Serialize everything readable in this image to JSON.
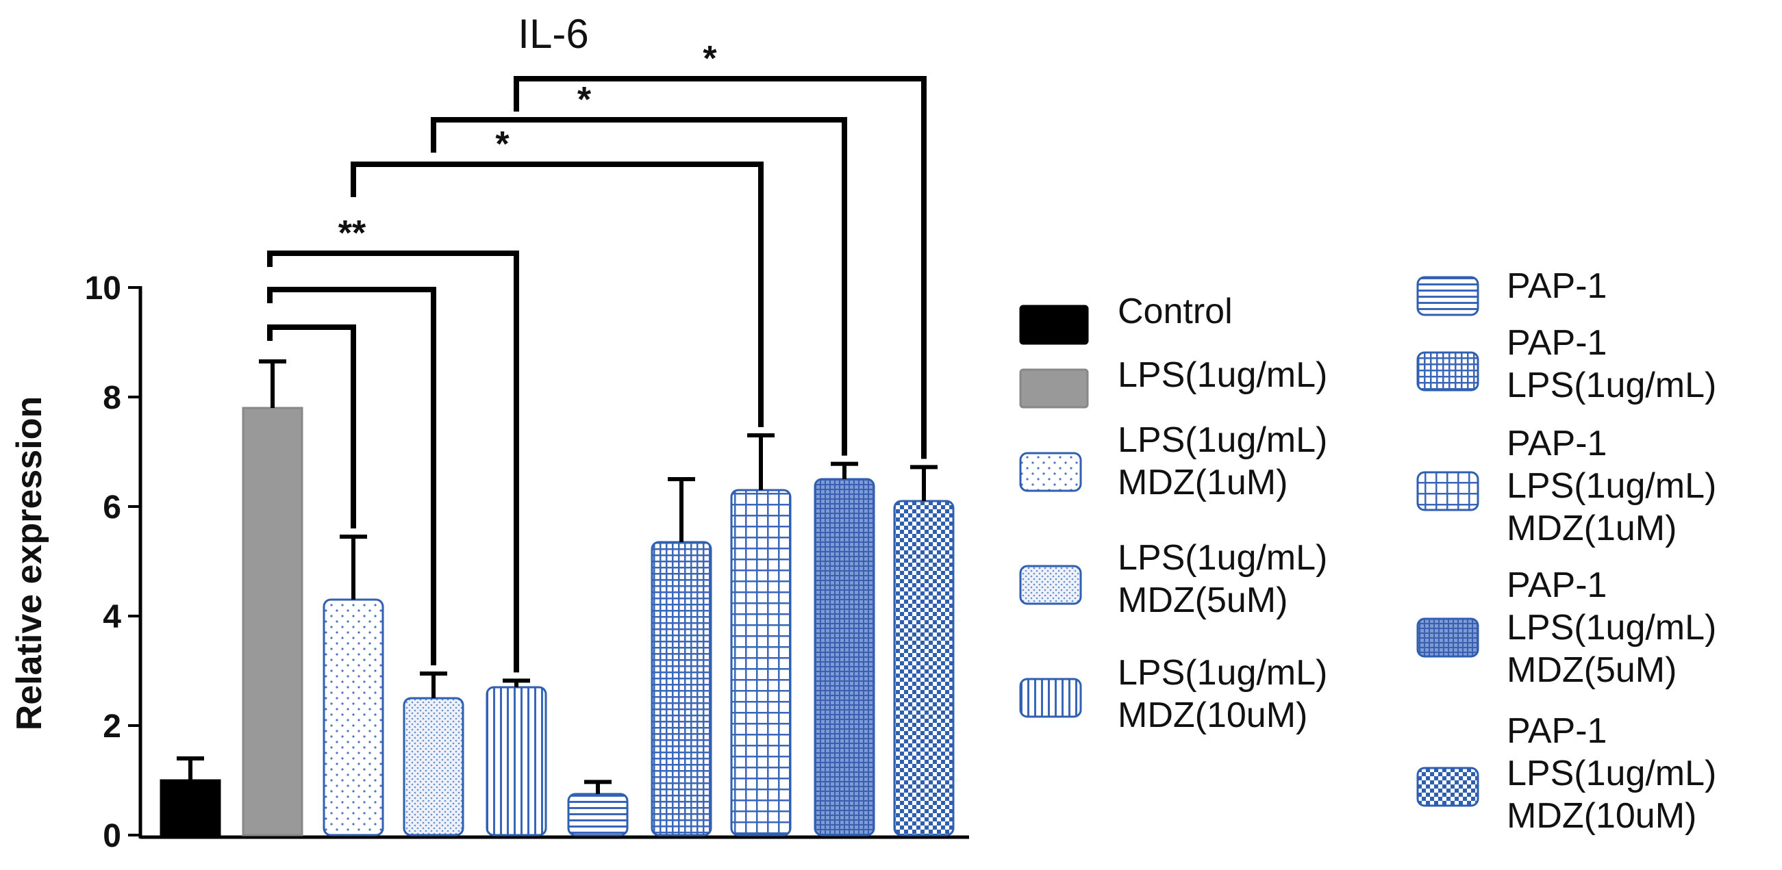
{
  "chart_data": {
    "type": "bar",
    "title": "IL-6",
    "xlabel": "",
    "ylabel": "Relative expression",
    "ylim": [
      0,
      10
    ],
    "yticks": [
      "0",
      "2",
      "4",
      "6",
      "8",
      "10"
    ],
    "categories": [
      [
        "Control"
      ],
      [
        "LPS(1ug/mL)"
      ],
      [
        "LPS(1ug/mL)",
        "MDZ(1uM)"
      ],
      [
        "LPS(1ug/mL)",
        "MDZ(5uM)"
      ],
      [
        "LPS(1ug/mL)",
        "MDZ(10uM)"
      ],
      [
        "PAP-1"
      ],
      [
        "PAP-1",
        "LPS(1ug/mL)"
      ],
      [
        "PAP-1",
        "LPS(1ug/mL)",
        "MDZ(1uM)"
      ],
      [
        "PAP-1",
        "LPS(1ug/mL)",
        "MDZ(5uM)"
      ],
      [
        "PAP-1",
        "LPS(1ug/mL)",
        "MDZ(10uM)"
      ]
    ],
    "values": [
      1.0,
      7.8,
      4.3,
      2.5,
      2.7,
      0.75,
      5.35,
      6.3,
      6.5,
      6.1
    ],
    "errors": [
      0.4,
      0.85,
      1.15,
      0.45,
      0.12,
      0.22,
      1.15,
      1.0,
      0.28,
      0.62
    ],
    "patterns": [
      "solid-black",
      "solid-gray",
      "dots-sparse",
      "dots-dense",
      "vertical-lines",
      "horizontal-lines",
      "fine-grid",
      "grid",
      "dense-crosshatch",
      "checker"
    ],
    "colors": {
      "control": "#000000",
      "lps": "#999999",
      "blue": "#2f5fb0",
      "axis": "#000000"
    },
    "legend_position": "right",
    "significance": [
      {
        "from": 1,
        "to": 2,
        "label": ""
      },
      {
        "from": 1,
        "to": 3,
        "label": ""
      },
      {
        "from": 1,
        "to": 4,
        "label": "**"
      },
      {
        "from": 2,
        "to": 7,
        "label": "*"
      },
      {
        "from": 3,
        "to": 8,
        "label": "*"
      },
      {
        "from": 4,
        "to": 9,
        "label": "*"
      }
    ]
  }
}
